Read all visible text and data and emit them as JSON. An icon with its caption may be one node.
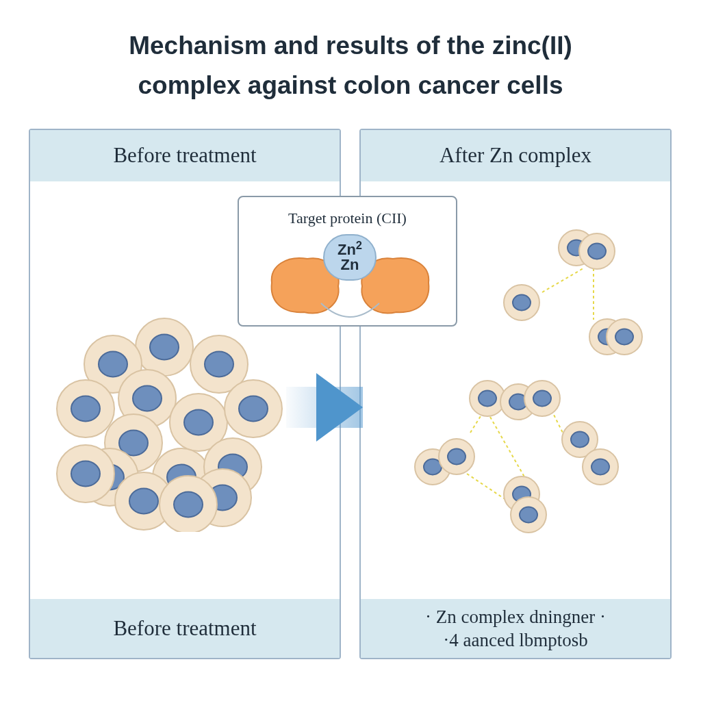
{
  "diagram": {
    "title": "Mechanism and results of the zinc(II) complex against colon cancer cells",
    "nodes": [
      {
        "text": [
          "Before treatment",
          "Before treatment"
        ]
      },
      {
        "text": [
          "After Zn complex",
          "· Zn complex dningner ·",
          "·4 aanced lbmptosb"
        ]
      },
      {
        "text": [
          "Target protein (CII)"
        ]
      },
      {
        "text": [
          "Zn$^{2}$ Zn"
        ],
        "in": 2
      },
      {
        "text": [],
        "shape": "picture",
        "in": 0
      },
      {
        "text": [],
        "shape": "picture",
        "in": 1
      }
    ],
    "edges": [
      {
        "from": 4,
        "to": 5,
        "arrow": "to",
        "style": "thick"
      }
    ]
  }
}
